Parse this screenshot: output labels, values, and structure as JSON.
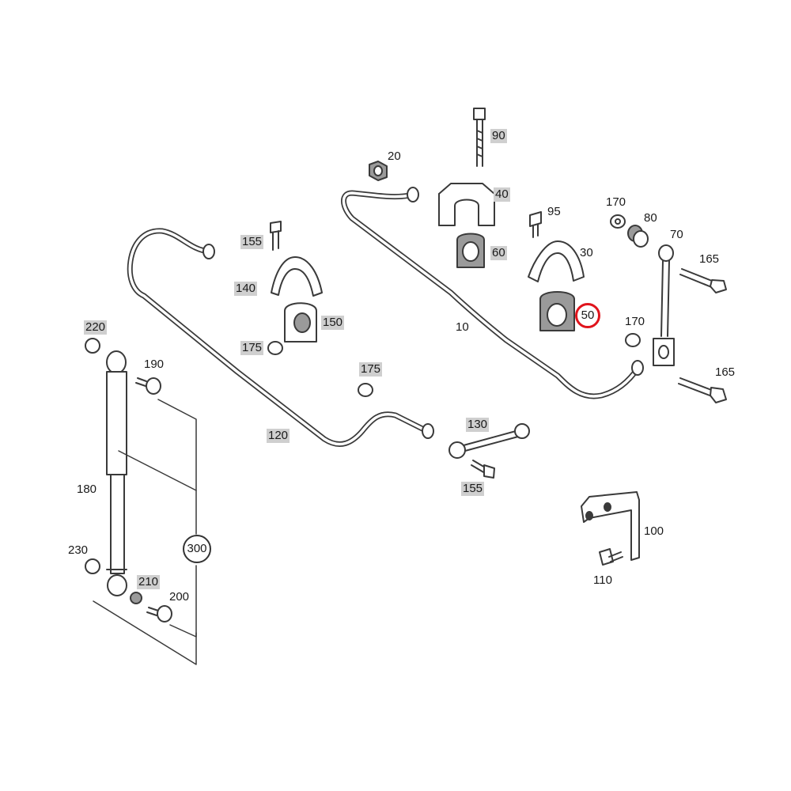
{
  "diagram": {
    "callouts": [
      {
        "id": "p90",
        "label": "90",
        "highlighted": true
      },
      {
        "id": "p20",
        "label": "20",
        "highlighted": false
      },
      {
        "id": "p40",
        "label": "40",
        "highlighted": true
      },
      {
        "id": "p95",
        "label": "95",
        "highlighted": false
      },
      {
        "id": "p170a",
        "label": "170",
        "highlighted": false
      },
      {
        "id": "p80",
        "label": "80",
        "highlighted": false
      },
      {
        "id": "p70",
        "label": "70",
        "highlighted": false
      },
      {
        "id": "p60",
        "label": "60",
        "highlighted": true
      },
      {
        "id": "p30",
        "label": "30",
        "highlighted": false
      },
      {
        "id": "p165a",
        "label": "165",
        "highlighted": false
      },
      {
        "id": "p50",
        "label": "50",
        "highlighted": false,
        "selected": true
      },
      {
        "id": "p10",
        "label": "10",
        "highlighted": false
      },
      {
        "id": "p170b",
        "label": "170",
        "highlighted": false
      },
      {
        "id": "p165b",
        "label": "165",
        "highlighted": false
      },
      {
        "id": "p155a",
        "label": "155",
        "highlighted": true
      },
      {
        "id": "p140",
        "label": "140",
        "highlighted": true
      },
      {
        "id": "p150",
        "label": "150",
        "highlighted": true
      },
      {
        "id": "p175a",
        "label": "175",
        "highlighted": true
      },
      {
        "id": "p175b",
        "label": "175",
        "highlighted": true
      },
      {
        "id": "p220",
        "label": "220",
        "highlighted": true
      },
      {
        "id": "p190",
        "label": "190",
        "highlighted": false
      },
      {
        "id": "p120",
        "label": "120",
        "highlighted": true
      },
      {
        "id": "p130",
        "label": "130",
        "highlighted": true
      },
      {
        "id": "p155b",
        "label": "155",
        "highlighted": true
      },
      {
        "id": "p180",
        "label": "180",
        "highlighted": false
      },
      {
        "id": "p300",
        "label": "300",
        "highlighted": false,
        "circled": true
      },
      {
        "id": "p230",
        "label": "230",
        "highlighted": false
      },
      {
        "id": "p210",
        "label": "210",
        "highlighted": true
      },
      {
        "id": "p200",
        "label": "200",
        "highlighted": false
      },
      {
        "id": "p100",
        "label": "100",
        "highlighted": false
      },
      {
        "id": "p110",
        "label": "110",
        "highlighted": false
      }
    ],
    "colors": {
      "line": "#3a3a3a",
      "highlight": "#cfcfcf",
      "selection": "#e0141c",
      "part_fill": "#ffffff",
      "part_shade": "#9a9a9a"
    }
  }
}
